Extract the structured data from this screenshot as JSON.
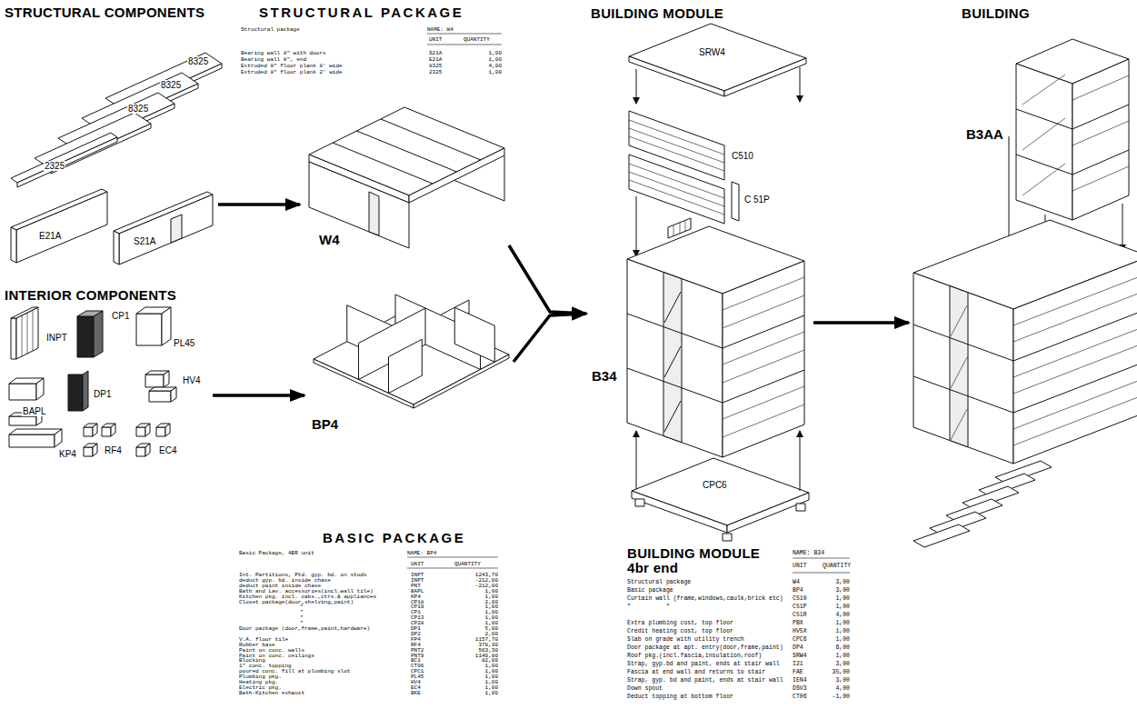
{
  "diagram": {
    "nodes": [
      {
        "text": [
          "STRUCTURAL COMPONENTS"
        ]
      },
      {
        "text": [
          "W4"
        ]
      },
      {
        "text": [
          "INTERIOR COMPONENTS"
        ]
      },
      {
        "text": [
          "BP4",
          "BASIC PACKAGE"
        ]
      },
      {
        "text": [
          "BUILDING MODULE",
          "B34"
        ]
      },
      {
        "text": [
          "BUILDING",
          "B3AA"
        ]
      }
    ],
    "edges": [
      {
        "from": 0,
        "to": 1,
        "arrow": "to"
      },
      {
        "from": 2,
        "to": 3,
        "arrow": "to"
      },
      {
        "from": 1,
        "to": 4,
        "arrow": "to"
      },
      {
        "from": 3,
        "to": 4,
        "arrow": "to"
      },
      {
        "from": 4,
        "to": 5,
        "arrow": "to"
      }
    ],
    "labels": [
      "STRUCTURAL PACKAGE",
      "8325",
      "8325",
      "8325",
      "2325",
      "E21A",
      "S21A",
      "INPT",
      "CP1",
      "PL45",
      "BAPL",
      "DP1",
      "HV4",
      "KP4",
      "RF4",
      "EC4",
      "SRW4",
      "C510",
      "C 51P",
      "CPC6",
      "Structural package",
      "NAME: W4",
      "UNIT",
      "QUANTITY",
      "Bearing wall 8\" with doors",
      "S21A",
      "1,00",
      "Bearing wall 8\", end",
      "E21A",
      "1,00",
      "Extruded 8\" floor plank 8' wide",
      "8325",
      "4,00",
      "Extruded 8\" floor plank 2' wide",
      "2325",
      "1,00",
      "Basic Package, 4BR unit",
      "NAME: BP4",
      "UNIT",
      "QUANTITY",
      "Int. Partitions, Ptd. gyp. bd. on studs",
      "INPT",
      "1243,70",
      "deduct gyp. bd. inside chase",
      "INPT",
      "-212,00",
      "deduct paint inside chase",
      "PNT",
      "-212,00",
      "Bath and Lav. accessories(incl.wall tile)",
      "BAPL",
      "1,00",
      "Kitchen pkg. incl. cabs.,ctrs.& appliances",
      "KP4",
      "1,00",
      "Closet package(door,shelving,paint)",
      "CP18",
      "2,00",
      "\"",
      "CP19",
      "1,00",
      "\"",
      "CP1",
      "1,00",
      "\"",
      "CP13",
      "1,00",
      "\"",
      "CP28",
      "1,00",
      "Door package (door,frame,paint,hardware)",
      "DP1",
      "5,00",
      "DP2",
      "2,00",
      "V.A. floor tile",
      "FP4",
      "1157,70",
      "Rubber base",
      "RF4",
      "378,30",
      "Paint on conc. walls",
      "PNT2",
      "563,30",
      "Paint on conc. ceilings",
      "PNT9",
      "1140,80",
      "Blocking",
      "BC1",
      "82,00",
      "1\" conc. topping",
      "CT06",
      "1,00",
      "poured conc. fill at plumbing slot",
      "CPC1",
      "1,00",
      "Plumbing pkg.",
      "PL45",
      "1,00",
      "Heating pkg.",
      "HV4",
      "1,00",
      "Electric pkg.",
      "EC4",
      "1,00",
      "Bath-Kitchen exhaust",
      "BKE",
      "1,00",
      "BUILDING MODULE",
      "4br end",
      "NAME: B34",
      "UNIT",
      "QUANTITY",
      "Structural package",
      "W4",
      "3,00",
      "Basic package",
      "BP4",
      "3,00",
      "Curtain wall (frame,windows,caulk,brick etc)",
      "C510",
      "1,00",
      "\"          \"",
      "C51P",
      "1,00",
      "C51R",
      "4,00",
      "Extra plumbing cost, top floor",
      "PBX",
      "1,00",
      "Credit heating cost, top floor",
      "HV5X",
      "1,00",
      "Slab on grade with utility trench",
      "CPC6",
      "1,00",
      "Door package at apt. entry(door,frame,paint)",
      "DP4",
      "6,00",
      "Roof pkg.(incl.fascia,insulation,roof)",
      "SRW4",
      "1,00",
      "Strap, gyp.bd and paint, ends at stair wall",
      "I21",
      "3,00",
      "Fascia at end wall and returns to stair",
      "FAE",
      "35,00",
      "Strap, gyp. bd and paint, ends at stair wall",
      "IEN4",
      "3,00",
      "Down spout",
      "DSV3",
      "4,00",
      "Deduct topping at bottom floor",
      "CT06",
      "-1,00"
    ]
  }
}
